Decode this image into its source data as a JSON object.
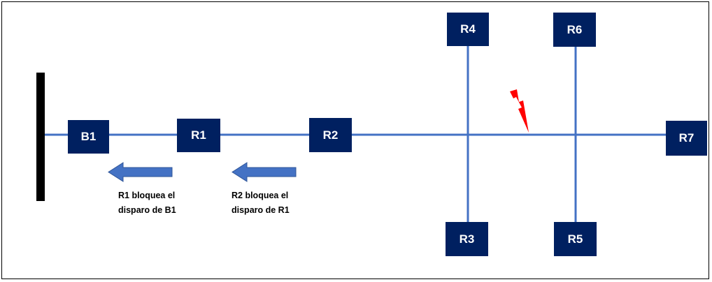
{
  "colors": {
    "node_fill": "#002060",
    "line": "#4472C4",
    "arrow": "#4472C4",
    "bus_bar": "#000000",
    "fault": "#FF0000"
  },
  "nodes": {
    "b1": "B1",
    "r1": "R1",
    "r2": "R2",
    "r3": "R3",
    "r4": "R4",
    "r5": "R5",
    "r6": "R6",
    "r7": "R7"
  },
  "annotations": {
    "r1_block": {
      "line1": "R1 bloquea el",
      "line2": "disparo de B1"
    },
    "r2_block": {
      "line1": "R2 bloquea el",
      "line2": "disparo de R1"
    }
  },
  "icons": {
    "fault": "lightning-fault-icon",
    "arrow": "left-arrow-icon"
  }
}
